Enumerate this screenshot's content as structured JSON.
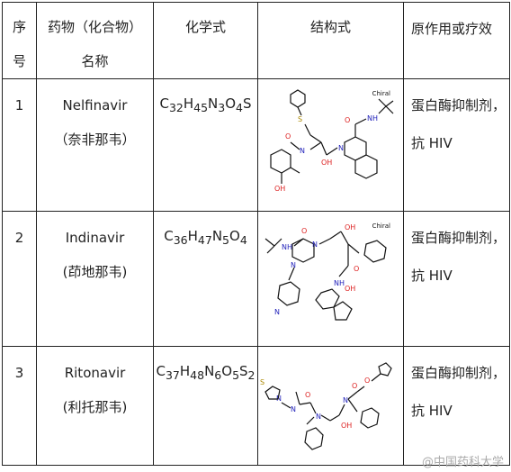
{
  "table": {
    "headers": {
      "no_line1": "序",
      "no_line2": "号",
      "name_line1": "药物（化合物）",
      "name_line2": "名称",
      "formula": "化学式",
      "structure": "结构式",
      "use": "原作用或疗效"
    },
    "rows": [
      {
        "no": "1",
        "name_en": "Nelfinavir",
        "name_cn": "（奈非那韦）",
        "formula_parts": [
          [
            "C",
            "32"
          ],
          [
            "H",
            "45"
          ],
          [
            "N",
            "3"
          ],
          [
            "O",
            "4"
          ],
          [
            "S",
            ""
          ]
        ],
        "chiral": "Chiral",
        "use_line1": "蛋白酶抑制剂，",
        "use_line2": "抗 HIV"
      },
      {
        "no": "2",
        "name_en": "Indinavir",
        "name_cn": "(茚地那韦)",
        "formula_parts": [
          [
            "C",
            "36"
          ],
          [
            "H",
            "47"
          ],
          [
            "N",
            "5"
          ],
          [
            "O",
            "4"
          ]
        ],
        "chiral": "Chiral",
        "use_line1": "蛋白酶抑制剂，",
        "use_line2": "抗 HIV"
      },
      {
        "no": "3",
        "name_en": "Ritonavir",
        "name_cn": "(利托那韦)",
        "formula_parts": [
          [
            "C",
            "37"
          ],
          [
            "H",
            "48"
          ],
          [
            "N",
            "6"
          ],
          [
            "O",
            "5"
          ],
          [
            "S",
            "2"
          ]
        ],
        "chiral": "",
        "use_line1": "蛋白酶抑制剂，",
        "use_line2": "抗 HIV"
      }
    ]
  },
  "watermark": "@中国药科大学",
  "colors": {
    "border": "#222222",
    "oxygen": "#dd2222",
    "nitrogen": "#2222bb",
    "sulfur": "#aa8800"
  }
}
